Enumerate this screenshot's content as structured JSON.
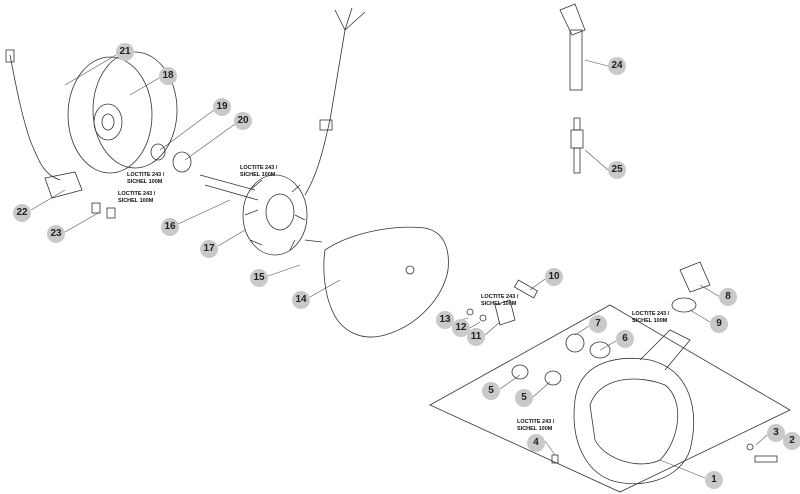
{
  "callouts": [
    {
      "id": "c21",
      "label": "21"
    },
    {
      "id": "c18",
      "label": "18"
    },
    {
      "id": "c19",
      "label": "19"
    },
    {
      "id": "c20",
      "label": "20"
    },
    {
      "id": "c24",
      "label": "24"
    },
    {
      "id": "c25",
      "label": "25"
    },
    {
      "id": "c22",
      "label": "22"
    },
    {
      "id": "c23",
      "label": "23"
    },
    {
      "id": "c16",
      "label": "16"
    },
    {
      "id": "c17",
      "label": "17"
    },
    {
      "id": "c15",
      "label": "15"
    },
    {
      "id": "c14",
      "label": "14"
    },
    {
      "id": "c10",
      "label": "10"
    },
    {
      "id": "c8",
      "label": "8"
    },
    {
      "id": "c9",
      "label": "9"
    },
    {
      "id": "c7",
      "label": "7"
    },
    {
      "id": "c6",
      "label": "6"
    },
    {
      "id": "c13",
      "label": "13"
    },
    {
      "id": "c12",
      "label": "12"
    },
    {
      "id": "c11",
      "label": "11"
    },
    {
      "id": "c5a",
      "label": "5"
    },
    {
      "id": "c5b",
      "label": "5"
    },
    {
      "id": "c4",
      "label": "4"
    },
    {
      "id": "c3",
      "label": "3"
    },
    {
      "id": "c2",
      "label": "2"
    },
    {
      "id": "c1",
      "label": "1"
    }
  ],
  "notes": [
    {
      "line1": "LOCTITE 243 /",
      "line2": "SICHEL 100M"
    },
    {
      "line1": "LOCTITE 243 /",
      "line2": "SICHEL 100M"
    },
    {
      "line1": "LOCTITE 243 /",
      "line2": "SICHEL 100M"
    },
    {
      "line1": "LOCTITE 243 /",
      "line2": "SICHEL 100M"
    },
    {
      "line1": "LOCTITE 243 /",
      "line2": "SICHEL 100M"
    },
    {
      "line1": "LOCTITE 243 /",
      "line2": "SICHEL 100M"
    }
  ]
}
